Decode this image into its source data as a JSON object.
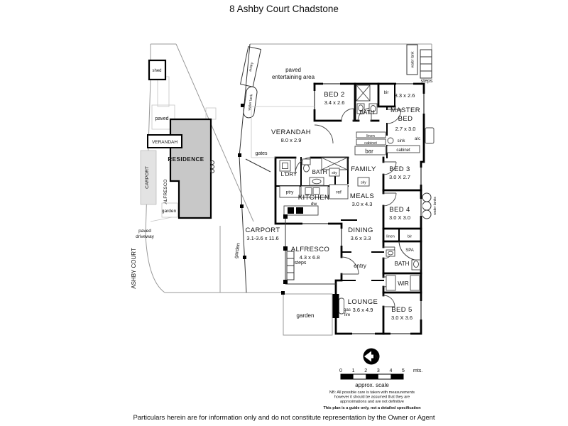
{
  "title": "8 Ashby Court Chadstone",
  "footer": "Particulars herein are for information only and do not constitute representation by the Owner or Agent",
  "site": {
    "street": "ASHBY COURT",
    "shed": "shed",
    "paved": "paved",
    "verandah": "VERANDAH",
    "residence": "RESIDENCE",
    "carport": "CARPORT",
    "alfresco": "ALFRESCO",
    "garden": "garden",
    "driveway_line1": "paved",
    "driveway_line2": "driveway"
  },
  "grounds": {
    "aviary": "aviary",
    "water_tank_left": "water tank",
    "paved_area_line1": "paved",
    "paved_area_line2": "entertaining area",
    "water_tank_top": "water tank",
    "steps_top": "steps",
    "gates": "gates",
    "garden_strip": "garden",
    "water_tanks_right": "water tanks",
    "garden_rear": "garden"
  },
  "rooms": {
    "bed2": {
      "name": "BED 2",
      "dims": "3.4 x 2.6"
    },
    "bath_master": {
      "name": "BATH"
    },
    "bir_master": "bir",
    "master": {
      "name_line1": "MASTER",
      "name_line2": "BED",
      "dims_upper": "3.3 x 2.6",
      "dims_lower": "2.7 x 3.0"
    },
    "ac": "a/c",
    "verandah": {
      "name": "VERANDAH",
      "dims": "8.0 x 2.9"
    },
    "ldry": {
      "name": "L'DRY"
    },
    "bath2": {
      "name": "BATH",
      "sky": "sky"
    },
    "family": {
      "name": "FAMILY",
      "sky": "sky"
    },
    "bed3": {
      "name": "BED 3",
      "dims": "3.0 X 2.7"
    },
    "kitchen": {
      "name": "KITCHEN",
      "dw": "dw",
      "ptry": "ptry",
      "ref": "ref"
    },
    "meals": {
      "name": "MEALS",
      "dims": "3.0 x 4.3"
    },
    "bed4": {
      "name": "BED 4",
      "dims": "3.0 X 3.0"
    },
    "carport": {
      "name": "CARPORT",
      "dims": "3.1-3.6 x 11.6"
    },
    "dining": {
      "name": "DINING",
      "dims": "3.6 x 3.3"
    },
    "alfresco": {
      "name": "ALFRESCO",
      "dims": "4.3 x 6.8",
      "steps": "steps"
    },
    "entry": "entry",
    "linen_hall": "linen",
    "bir_hall": "bir",
    "spa": "SPA",
    "bath3": "BATH",
    "wir": "WIR",
    "lounge": {
      "name": "LOUNGE",
      "dims": "3.6 x 4.9",
      "gas_line1": "gas",
      "gas_line2": "fire"
    },
    "bed5": {
      "name": "BED 5",
      "dims": "3.0 X 3.6"
    }
  },
  "hall_unit": {
    "linen": "linen",
    "cabinet": "cabinet",
    "bar": "bar",
    "sink": "sink",
    "cabinet2": "cabinet"
  },
  "legend": {
    "north": "N",
    "ticks": [
      "0",
      "1",
      "2",
      "3",
      "4",
      "5"
    ],
    "units": "mts.",
    "approx": "approx. scale",
    "nb_line1": "NB:  All possible care is taken with measurements",
    "nb_line2": "however it should be assumed that they are",
    "nb_line3": "approximations and are not definitive",
    "guide": "This plan is a guide only, not a detailed specification"
  },
  "colors": {
    "residence_fill": "#c8c8c8",
    "carport_fill": "#e3e3e3",
    "ink": "#111111"
  }
}
